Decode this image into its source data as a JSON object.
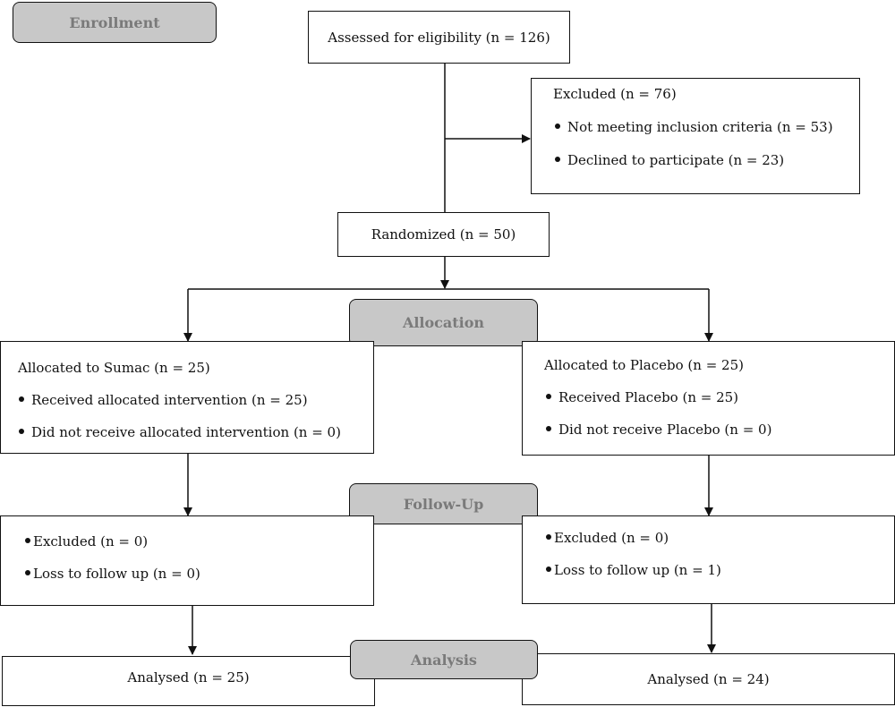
{
  "stages": {
    "enrollment": "Enrollment",
    "allocation": "Allocation",
    "follow_up": "Follow-Up",
    "analysis": "Analysis"
  },
  "assessed": "Assessed for eligibility (n = 126)",
  "excluded": {
    "title": "Excluded (n = 76)",
    "items": [
      "Not meeting inclusion criteria (n = 53)",
      "Declined to participate (n = 23)"
    ]
  },
  "randomized": "Randomized (n = 50)",
  "sumac": {
    "allocation_title": "Allocated to Sumac (n = 25)",
    "allocation_items": [
      "Received allocated intervention (n = 25)",
      "Did not receive allocated intervention (n = 0)"
    ],
    "followup_items": [
      "Excluded (n = 0)",
      "Loss to follow up (n = 0)"
    ],
    "analysed": "Analysed (n = 25)"
  },
  "placebo": {
    "allocation_title": "Allocated to Placebo (n = 25)",
    "allocation_items": [
      "Received Placebo (n = 25)",
      "Did not receive Placebo (n = 0)"
    ],
    "followup_items": [
      "Excluded (n = 0)",
      "Loss to follow up (n = 1)"
    ],
    "analysed": "Analysed (n = 24)"
  }
}
